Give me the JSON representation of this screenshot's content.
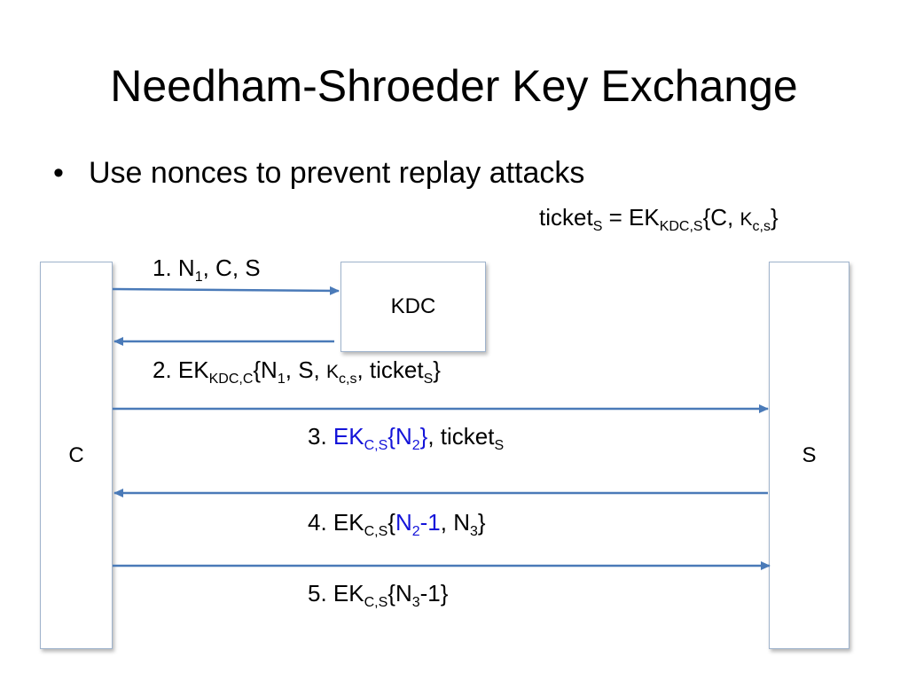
{
  "slide": {
    "title": "Needham-Shroeder Key Exchange",
    "bullet": "Use nonces to prevent replay attacks",
    "bullet_marker": "•"
  },
  "entities": {
    "client": "C",
    "kdc": "KDC",
    "server": "S"
  },
  "ticket_def": {
    "lhs": "ticket",
    "lhs_sub": "S",
    "eq": " = EK",
    "key_sub": "KDC,S",
    "open": "{C, ",
    "k": "K",
    "k_sub": "c,s",
    "close": "}"
  },
  "messages": {
    "m1": {
      "prefix": "1. N",
      "n_sub": "1",
      "rest": ", C, S"
    },
    "m2": {
      "prefix": "2. EK",
      "key_sub": "KDC,C",
      "open": "{N",
      "n_sub": "1",
      "mid": ", S, ",
      "k": "K",
      "k_sub": "c,s",
      "sep": ", ticket",
      "t_sub": "S",
      "close": "}"
    },
    "m3": {
      "prefix": "3. ",
      "ek": "EK",
      "key_sub": "C,S",
      "open": "{N",
      "n_sub": "2",
      "close": "}",
      "sep": ", ticket",
      "t_sub": "S"
    },
    "m4": {
      "prefix": "4. EK",
      "key_sub": "C,S",
      "open": "{",
      "n": "N",
      "n_sub": "2",
      "minus": "-1",
      "sep": ", N",
      "n3_sub": "3",
      "close": "}"
    },
    "m5": {
      "prefix": "5. EK",
      "key_sub": "C,S",
      "open": "{N",
      "n_sub": "3",
      "rest": "-1}"
    }
  },
  "colors": {
    "arrow": "#4a7ab8",
    "highlight": "#1414d9",
    "box_border": "#9fb3cc"
  }
}
